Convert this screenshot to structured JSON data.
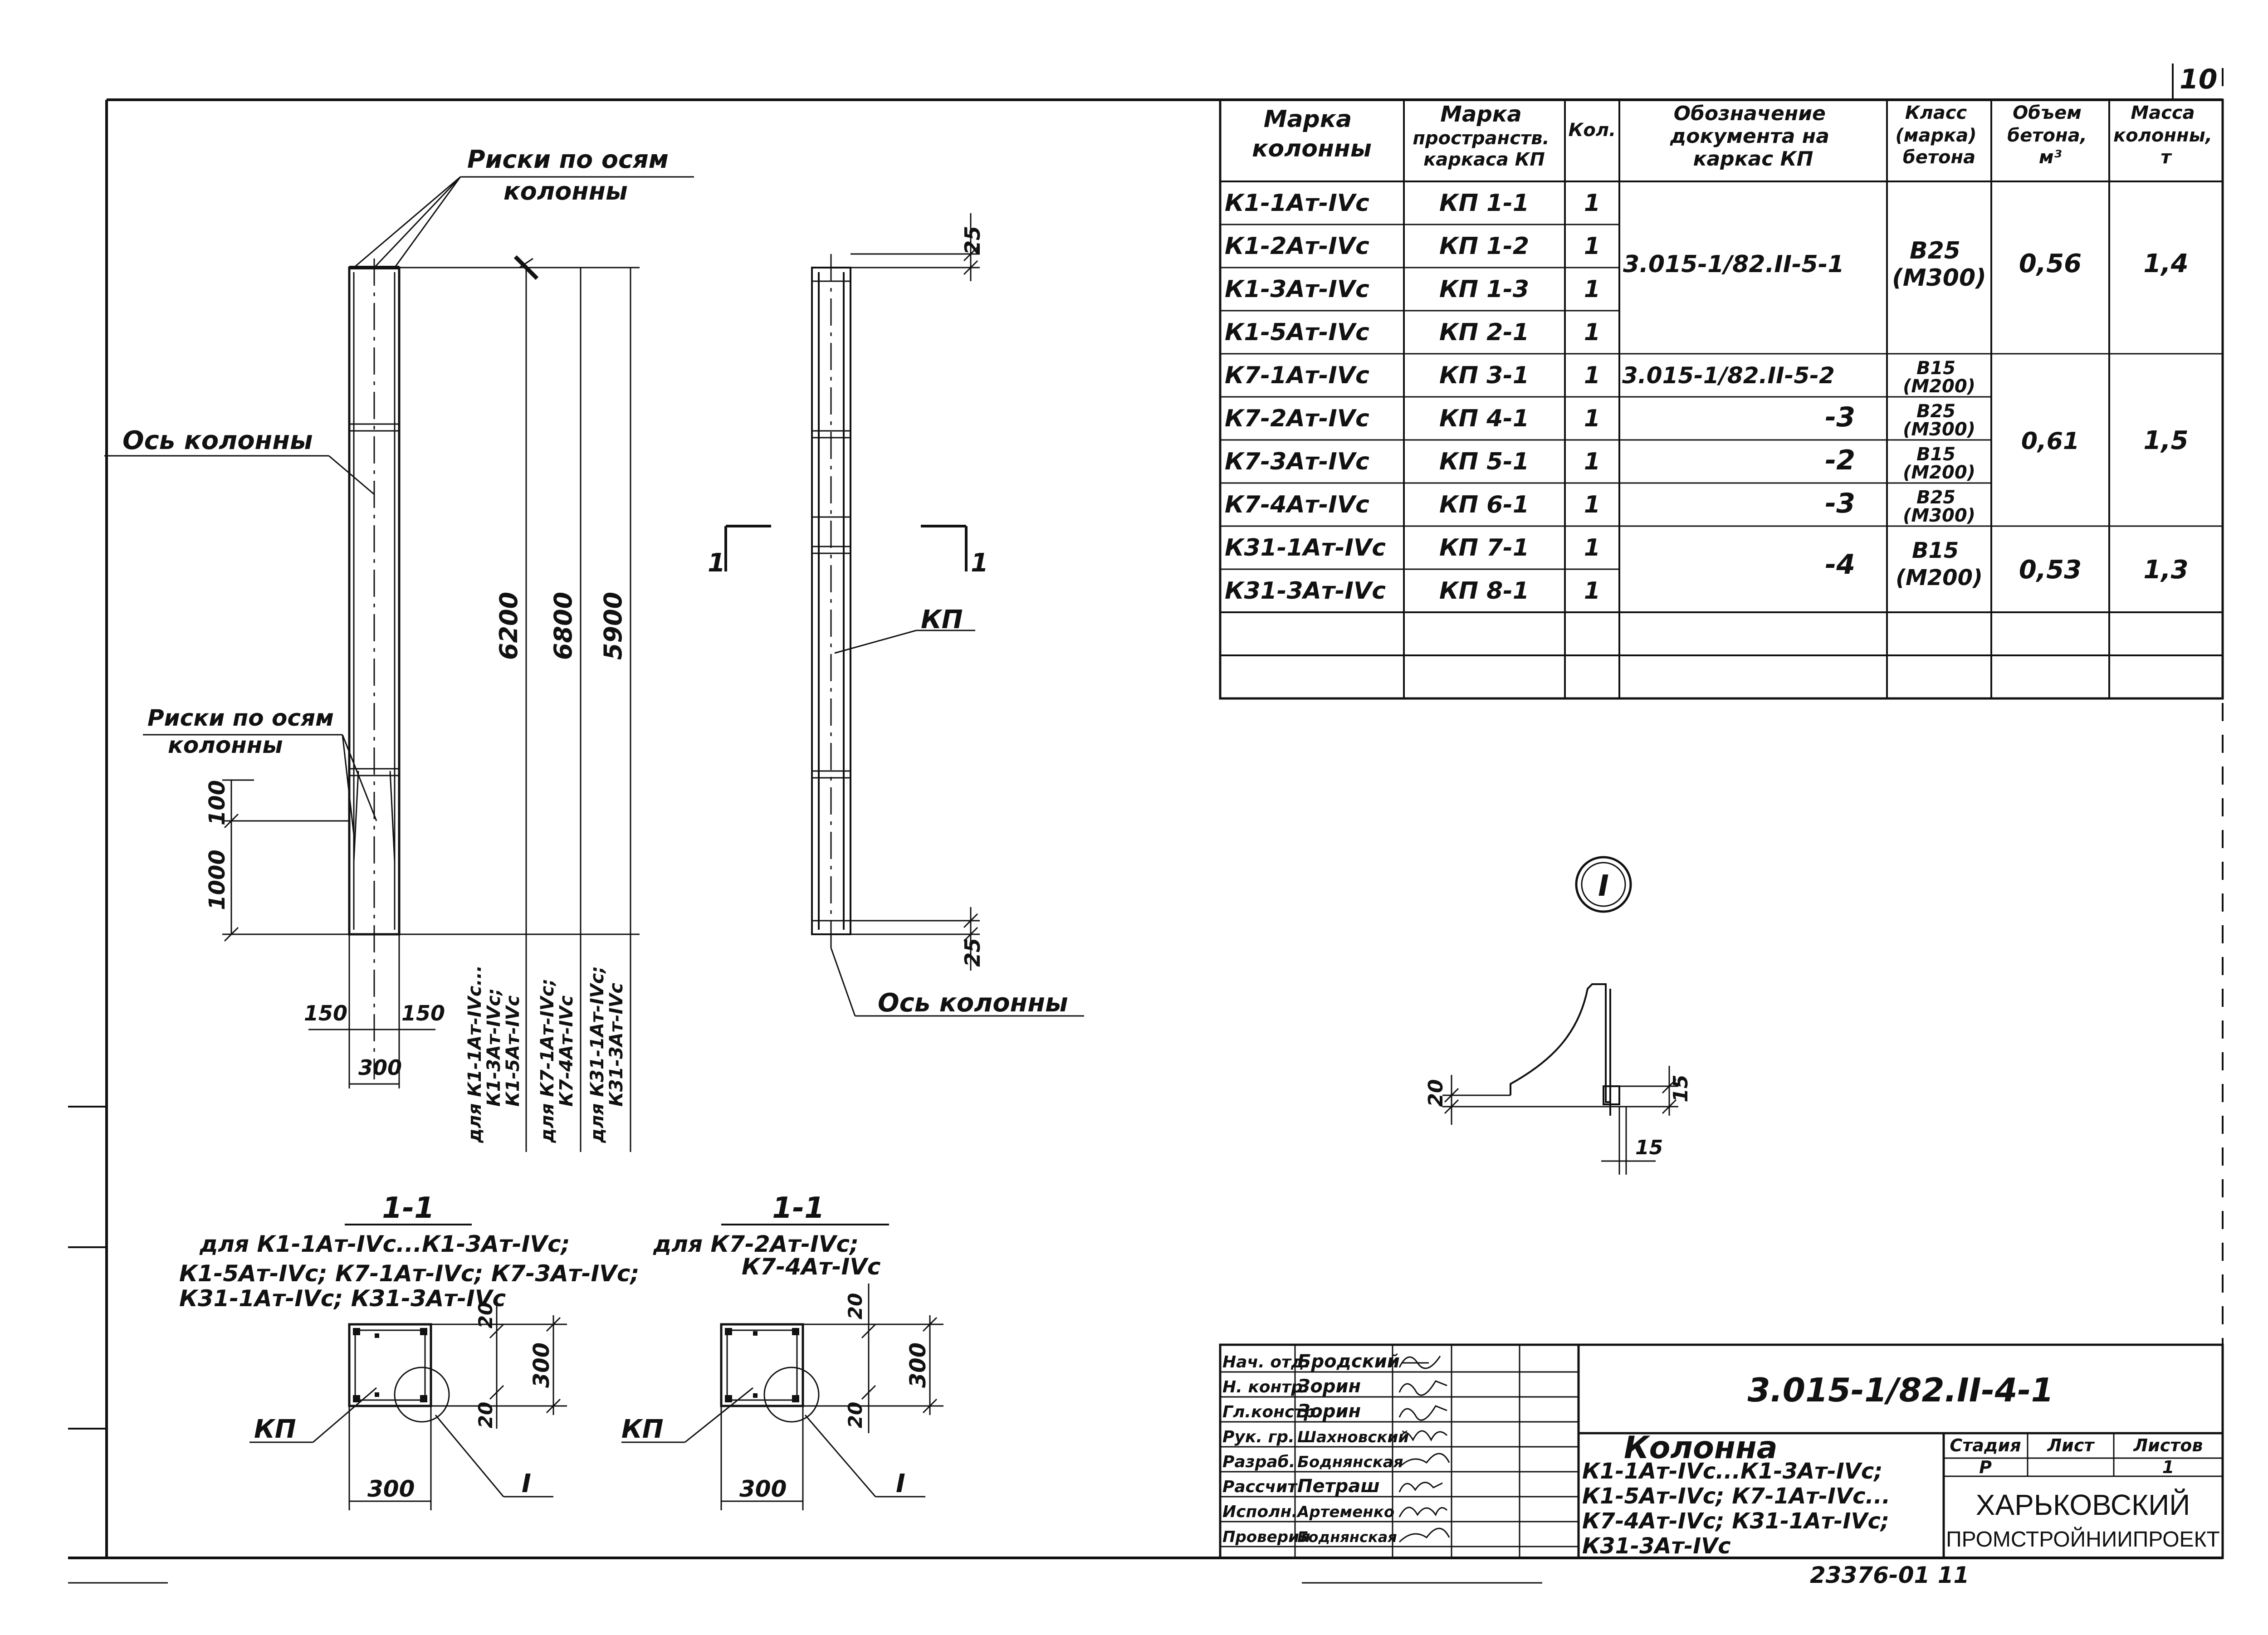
{
  "sheet_number": "10",
  "spec_table": {
    "headers": {
      "col_mark": [
        "Марка",
        "колонны"
      ],
      "col_frame": [
        "Марка",
        "пространств.",
        "каркаса КП"
      ],
      "col_qty": [
        "Кол."
      ],
      "col_doc": [
        "Обозначение",
        "документа на",
        "каркас КП"
      ],
      "col_class": [
        "Класс",
        "(марка)",
        "бетона"
      ],
      "col_volume": [
        "Объем",
        "бетона,",
        "м³"
      ],
      "col_mass": [
        "Масса",
        "колонны,",
        "т"
      ]
    },
    "rows": [
      {
        "mark": "К1-1Ат-IVс",
        "frame": "КП 1-1",
        "qty": "1"
      },
      {
        "mark": "К1-2Ат-IVс",
        "frame": "КП 1-2",
        "qty": "1"
      },
      {
        "mark": "К1-3Ат-IVс",
        "frame": "КП 1-3",
        "qty": "1"
      },
      {
        "mark": "К1-5Ат-IVс",
        "frame": "КП 2-1",
        "qty": "1"
      },
      {
        "mark": "К7-1Ат-IVс",
        "frame": "КП 3-1",
        "qty": "1"
      },
      {
        "mark": "К7-2Ат-IVс",
        "frame": "КП 4-1",
        "qty": "1"
      },
      {
        "mark": "К7-3Ат-IVс",
        "frame": "КП 5-1",
        "qty": "1"
      },
      {
        "mark": "К7-4Ат-IVс",
        "frame": "КП 6-1",
        "qty": "1"
      },
      {
        "mark": "К31-1Ат-IVс",
        "frame": "КП 7-1",
        "qty": "1"
      },
      {
        "mark": "К31-3Ат-IVс",
        "frame": "КП 8-1",
        "qty": "1"
      }
    ],
    "doc_group1": "3.015-1/82.II-5-1",
    "doc_row5": "3.015-1/82.II-5-2",
    "doc_row6": "-3",
    "doc_row7": "-2",
    "doc_row8": "-3",
    "doc_group4": "-4",
    "class_group1": [
      "В25",
      "(М300)"
    ],
    "class_row5": [
      "В15",
      "(М200)"
    ],
    "class_row6": [
      "В25",
      "(М300)"
    ],
    "class_row7": [
      "В15",
      "(М200)"
    ],
    "class_row8": [
      "В25",
      "(М300)"
    ],
    "class_group4": [
      "В15",
      "(М200)"
    ],
    "vol_group1": "0,56",
    "vol_group2": "0,61",
    "vol_group3": "0,53",
    "mass_group1": "1,4",
    "mass_group2": "1,5",
    "mass_group3": "1,3"
  },
  "column_drawing": {
    "label_marks_top": [
      "Риски по осям",
      "колонны"
    ],
    "label_axis": "Ось колонны",
    "label_marks_bottom": [
      "Риски по осям",
      "колонны"
    ],
    "dim_heights": [
      "6200",
      "6800",
      "5900"
    ],
    "dim_100": "100",
    "dim_1000": "1000",
    "dim_150_left": "150",
    "dim_150_right": "150",
    "dim_300": "300",
    "for_1": [
      "для К1-1Ат-IVс...",
      "К1-3Ат-IVс;",
      "К1-5Ат-IVс"
    ],
    "for_2": [
      "для К7-1Ат-IVс;",
      "К7-4Ат-IVс"
    ],
    "for_3": [
      "для К31-1Ат-IVс;",
      "К31-3Ат-IVс"
    ]
  },
  "frame_drawing": {
    "label_kp": "КП",
    "label_axis": "Ось колонны",
    "dim_top": "25",
    "dim_bottom": "25",
    "cut_mark": "1"
  },
  "node_I": {
    "marker": "I",
    "dim_20": "20",
    "dim_15a": "15",
    "dim_15b": "15"
  },
  "section_left": {
    "title": "1-1",
    "for_text": [
      "для К1-1Ат-IVс...К1-3Ат-IVс;",
      "К1-5Ат-IVс; К7-1Ат-IVс; К7-3Ат-IVс;",
      "К31-1Ат-IVс; К31-3Ат-IVс"
    ],
    "kp": "КП",
    "node": "I",
    "dim_300_w": "300",
    "dim_300_h": "300",
    "dim_20_top": "20",
    "dim_20_bottom": "20"
  },
  "section_right": {
    "title": "1-1",
    "for_text": [
      "для К7-2Ат-IVс;",
      "К7-4Ат-IVс"
    ],
    "kp": "КП",
    "node": "I",
    "dim_300_w": "300",
    "dim_300_h": "300",
    "dim_20_top": "20",
    "dim_20_bottom": "20"
  },
  "title_block": {
    "roles": [
      {
        "role": "Нач. отд.",
        "name": "Бродский"
      },
      {
        "role": "Н. контр.",
        "name": "Зорин"
      },
      {
        "role": "Гл.констр.",
        "name": "Зорин"
      },
      {
        "role": "Рук. гр.",
        "name": "Шахновский"
      },
      {
        "role": "Разраб.",
        "name": "Боднянская"
      },
      {
        "role": "Рассчит.",
        "name": "Петраш"
      },
      {
        "role": "Исполн.",
        "name": "Артеменко"
      },
      {
        "role": "Проверил",
        "name": "Боднянская"
      }
    ],
    "doc_code": "3.015-1/82.II-4-1",
    "name": "Колонна",
    "name_lines": [
      "К1-1Ат-IVс...К1-3Ат-IVс;",
      "К1-5Ат-IVс; К7-1Ат-IVс...",
      "К7-4Ат-IVс; К31-1Ат-IVс;",
      "К31-3Ат-IVс"
    ],
    "stage_label": "Стадия",
    "sheet_label": "Лист",
    "sheets_label": "Листов",
    "stage_value": "Р",
    "sheets_value": "1",
    "org": [
      "ХАРЬКОВСКИЙ",
      "ПРОМСТРОЙНИИПРОЕКТ"
    ]
  },
  "bottom_code": "23376-01 11"
}
